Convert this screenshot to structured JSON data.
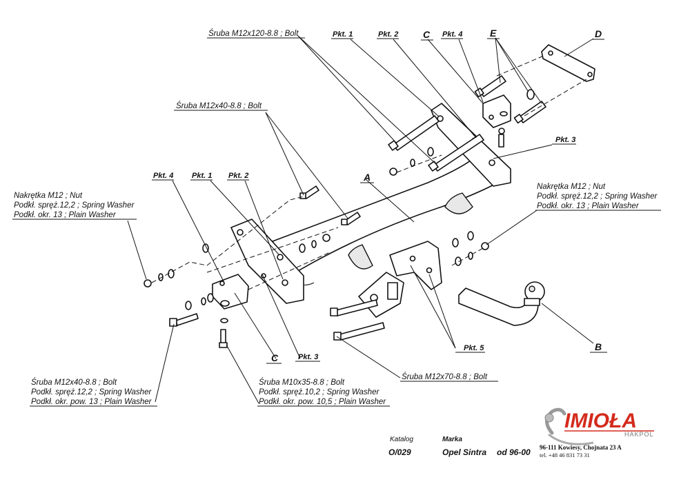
{
  "labels": {
    "bolt_m12x120": "Śruba M12x120-8.8 ;  Bolt",
    "bolt_m12x40_top": "Śruba M12x40-8.8 ;  Bolt",
    "nut_left_1": "Nakrętka  M12 ; Nut",
    "nut_left_2": "Podkł. spręż.12,2 ; Spring Washer",
    "nut_left_3": "Podkł. okr. 13 ; Plain Washer",
    "nut_right_1": "Nakrętka  M12 ; Nut",
    "nut_right_2": "Podkł. spręż.12,2 ; Spring Washer",
    "nut_right_3": "Podkł. okr. 13 ; Plain Washer",
    "bolt_left_1": "Śruba M12x40-8.8 ;  Bolt",
    "bolt_left_2": "Podkł. spręż.12,2 ; Spring Washer",
    "bolt_left_3": "Podkł. okr. pow. 13 ; Plain Washer",
    "bolt_m10_1": "Śruba M10x35-8.8 ;  Bolt",
    "bolt_m10_2": "Podkł. spręż.10,2 ; Spring Washer",
    "bolt_m10_3": "Podkł. okr. pow. 10,5 ; Plain Washer",
    "bolt_m12x70": "Śruba M12x70-8.8 ;  Bolt"
  },
  "points": {
    "pkt1_top": "Pkt. 1",
    "pkt2_top": "Pkt. 2",
    "pkt4_top": "Pkt. 4",
    "pkt3_right": "Pkt. 3",
    "pkt4_left": "Pkt. 4",
    "pkt1_left": "Pkt. 1",
    "pkt2_left": "Pkt. 2",
    "pkt3_bottom": "Pkt. 3",
    "pkt5": "Pkt. 5"
  },
  "letters": {
    "c_top": "C",
    "e_top": "E",
    "d_top": "D",
    "a": "A",
    "b": "B",
    "c_bottom": "C"
  },
  "footer": {
    "katalog_label": "Katalog",
    "katalog_value": "O/029",
    "marka_label": "Marka",
    "marka_value": "Opel Sintra",
    "year": "od 96-00",
    "company_address": "96-111 Kowiesy, Chojnata 23 A",
    "company_phone": "tel. +48 46 831 73 31"
  },
  "logo": {
    "name": "IMIOŁA",
    "sub": "HAKPOL",
    "color": "#d42a1c"
  }
}
